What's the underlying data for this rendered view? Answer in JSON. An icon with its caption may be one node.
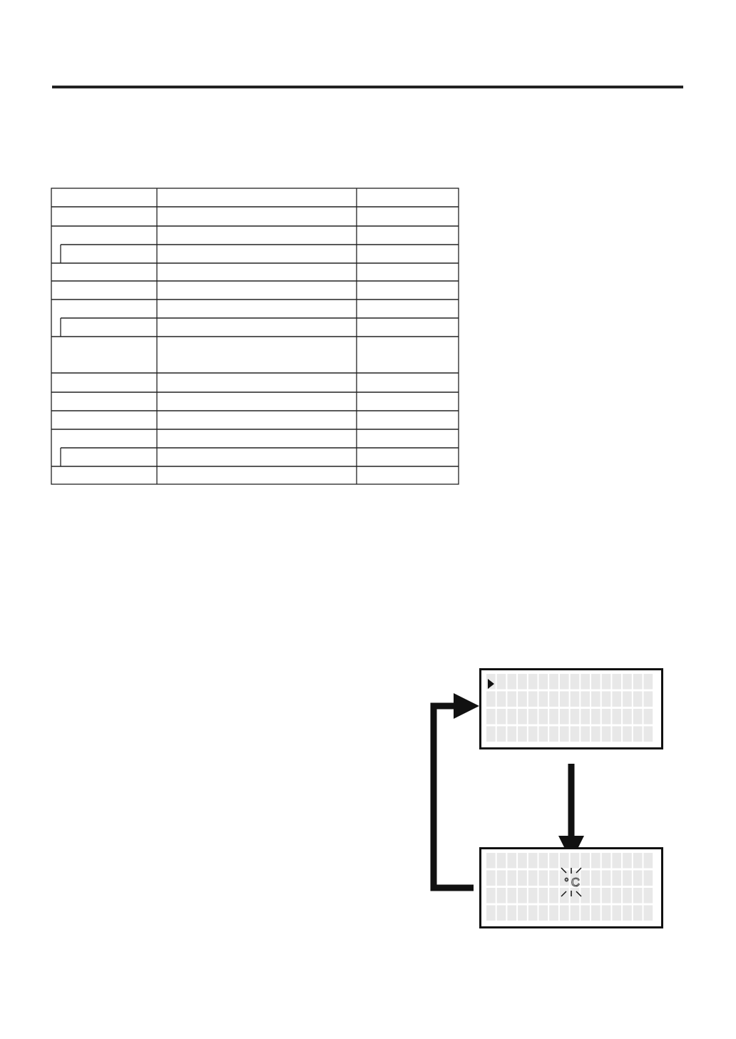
{
  "diagram": {
    "nodes": [
      {
        "text": [],
        "shape": "box"
      },
      {
        "text": [
          "°C"
        ]
      }
    ],
    "edges": [
      {
        "from": 0,
        "to": 1,
        "arrow": "to"
      },
      {
        "from": 1,
        "to": 0,
        "arrow": "to"
      }
    ]
  }
}
